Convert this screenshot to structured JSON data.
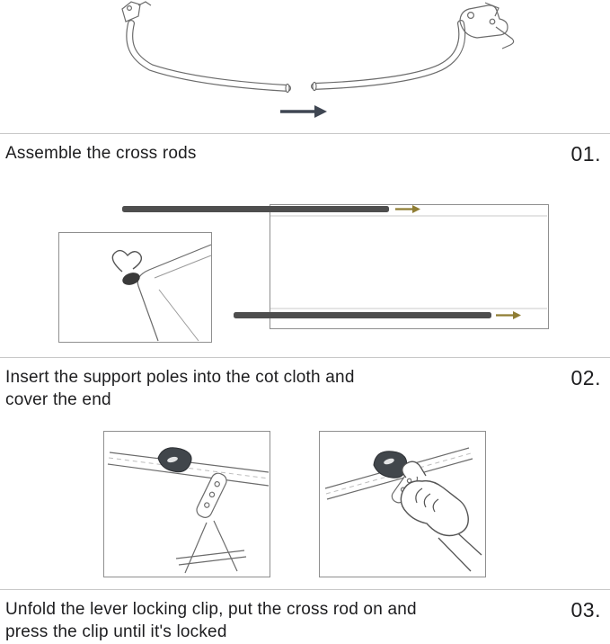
{
  "colors": {
    "text": "#1d1d1f",
    "divider": "#c8c8c8",
    "line_art": "#6b6b6b",
    "pole_bar": "#4e4e4e",
    "arrow_dark": "#3f4652",
    "arrow_olive": "#8f7d33",
    "clip_dark": "#41464b"
  },
  "icons": {
    "step1_direction_arrow": "arrow-right",
    "top_pole_insert_arrow": "arrow-right",
    "bottom_pole_insert_arrow": "arrow-right"
  },
  "steps": [
    {
      "number": "01.",
      "caption": "Assemble the cross rods"
    },
    {
      "number": "02.",
      "caption": "Insert the support poles into the cot cloth and\ncover the end"
    },
    {
      "number": "03.",
      "caption": "Unfold the lever locking clip, put the cross rod on and\npress the clip until it's locked"
    }
  ]
}
